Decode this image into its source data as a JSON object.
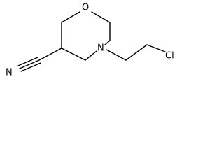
{
  "molecule": {
    "atoms": {
      "ring_oxygen": "O",
      "ring_nitrogen": "N",
      "nitrile_nitrogen": "N",
      "chlorine": "Cl"
    }
  },
  "colors": {
    "bond": "#000000",
    "background": "#ffffff"
  }
}
